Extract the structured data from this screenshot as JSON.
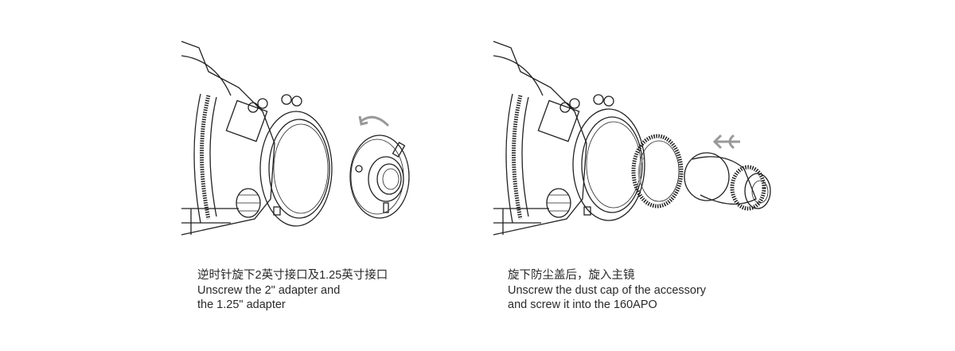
{
  "steps": [
    {
      "title_cn": "逆时针旋下2英寸接口及1.25英寸接口",
      "line1": "Unscrew the 2\" adapter and",
      "line2": "the 1.25\" adapter",
      "arrow": "counterclockwise-arrow"
    },
    {
      "title_cn": "旋下防尘盖后，旋入主镜",
      "line1": "Unscrew the dust cap of the accessory",
      "line2": "and screw it into the 160APO",
      "arrow": "screw-in-arrow"
    }
  ],
  "colors": {
    "line": "#222222",
    "arrow": "#999999",
    "text": "#2a2a2a"
  }
}
